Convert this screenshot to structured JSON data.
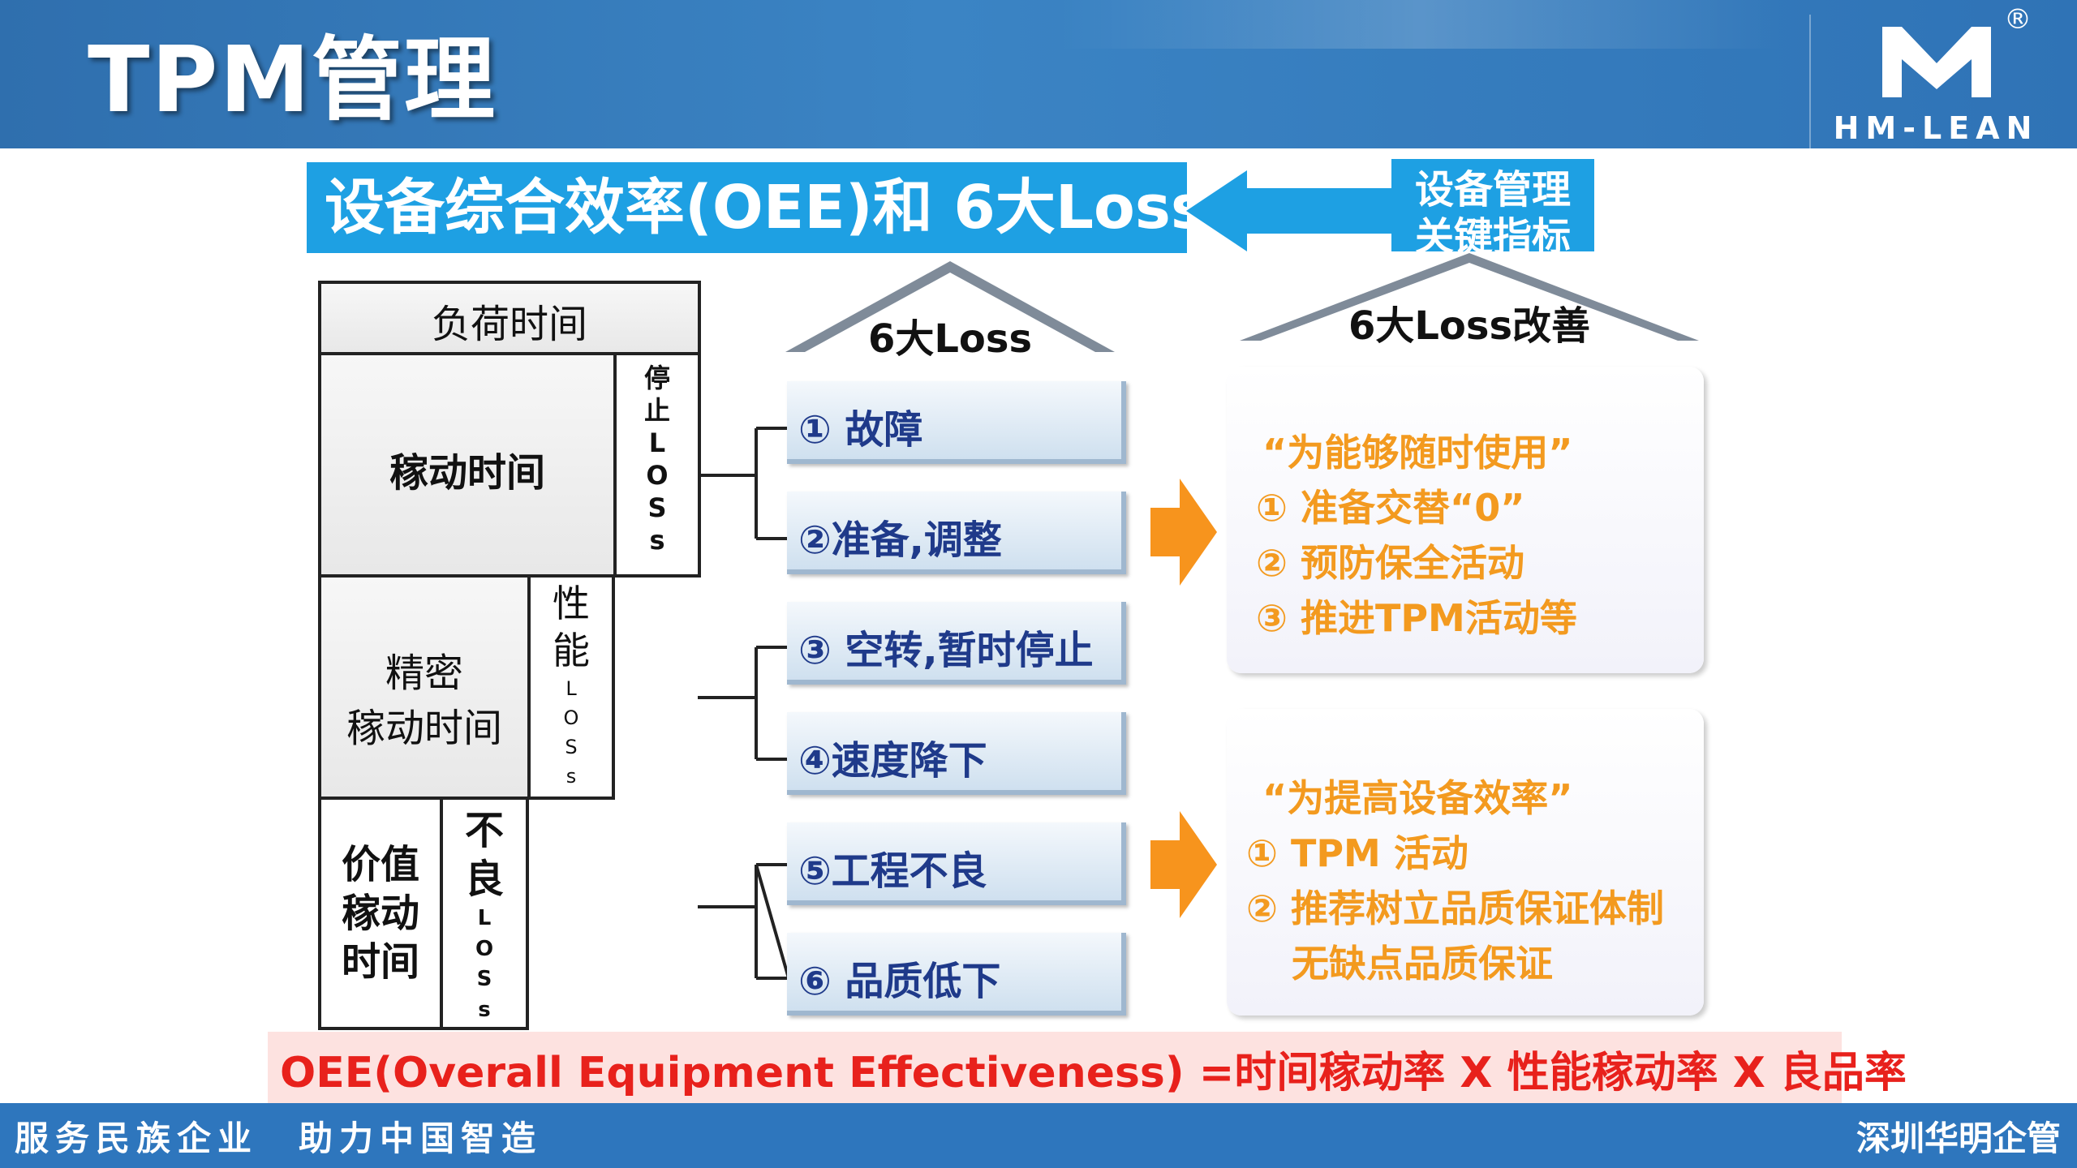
{
  "header": {
    "title": "TPM管理"
  },
  "logo": {
    "text": "HM-LEAN",
    "reg": "®"
  },
  "main_title": "设备综合效率(OEE)和 6大Loss",
  "kpi": {
    "line1": "设备管理",
    "line2": "关键指标"
  },
  "structure": {
    "load_time": "负荷时间",
    "operating_time": "稼动时间",
    "stop_loss": [
      "停",
      "止",
      "L",
      "O",
      "S",
      "s"
    ],
    "net_time_line1": "精密",
    "net_time_line2": "稼动时间",
    "perf_loss": [
      "性",
      "能",
      "L",
      "O",
      "S",
      "s"
    ],
    "value_time": [
      "价值",
      "稼动",
      "时间"
    ],
    "defect_loss": [
      "不",
      "良",
      "L",
      "O",
      "S",
      "s"
    ]
  },
  "six_loss": {
    "header": "6大Loss",
    "items": [
      "① 故障",
      "②准备,调整",
      "③ 空转,暂时停止",
      "④速度降下",
      "⑤工程不良",
      "⑥ 品质低下"
    ]
  },
  "improvement": {
    "header": "6大Loss改善",
    "box1": [
      "“为能够随时使用”",
      "① 准备交替“0”",
      "② 预防保全活动",
      "③ 推进TPM活动等"
    ],
    "box2": [
      "“为提高设备效率”",
      "① TPM 活动",
      "② 推荐树立品质保证体制",
      "无缺点品质保证"
    ]
  },
  "formula": "OEE(Overall Equipment Effectiveness) =时间稼动率 X 性能稼动率 X 良品率",
  "footer": {
    "left": "服务民族企业　助力中国智造",
    "right": "深圳华明企管"
  },
  "colors": {
    "header_blue": "#2f6fae",
    "title_blue": "#1ea0e3",
    "loss_text": "#1f3a8a",
    "improve_orange": "#f39a1f",
    "formula_red": "#e8211c",
    "arrow_orange": "#f7941d"
  }
}
